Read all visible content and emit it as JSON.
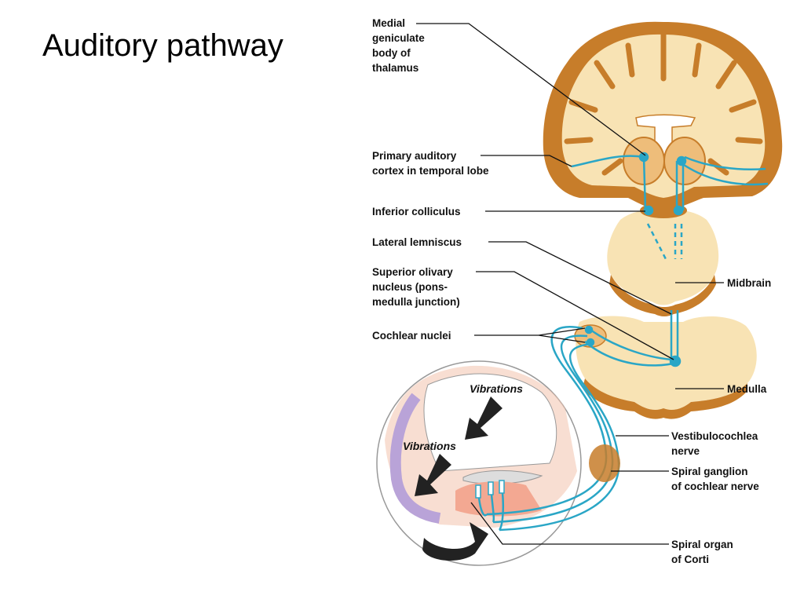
{
  "slide": {
    "title": "Auditory pathway"
  },
  "labels": {
    "medial_geniculate": [
      "Medial",
      "geniculate",
      "body of",
      "thalamus"
    ],
    "primary_auditory": [
      "Primary auditory",
      "cortex in temporal lobe"
    ],
    "inferior_colliculus": [
      "Inferior colliculus"
    ],
    "lateral_lemniscus": [
      "Lateral lemniscus"
    ],
    "superior_olivary": [
      "Superior olivary",
      "nucleus (pons-",
      "medulla junction)"
    ],
    "cochlear_nuclei": [
      "Cochlear nuclei"
    ],
    "midbrain": [
      "Midbrain"
    ],
    "medulla": [
      "Medulla"
    ],
    "vestibulocochlear": [
      "Vestibulocochlea",
      "nerve"
    ],
    "spiral_ganglion": [
      "Spiral ganglion",
      "of cochlear nerve"
    ],
    "spiral_organ": [
      "Spiral organ",
      "of Corti"
    ],
    "vibrations_top": "Vibrations",
    "vibrations_bottom": "Vibrations"
  },
  "colors": {
    "tissue_outer": "#c77d2a",
    "tissue_inner": "#f8e3b4",
    "nerve": "#2aa6c6",
    "cochlea_pink": "#f3c3ad",
    "cochlea_purple": "#b9a3d8"
  }
}
